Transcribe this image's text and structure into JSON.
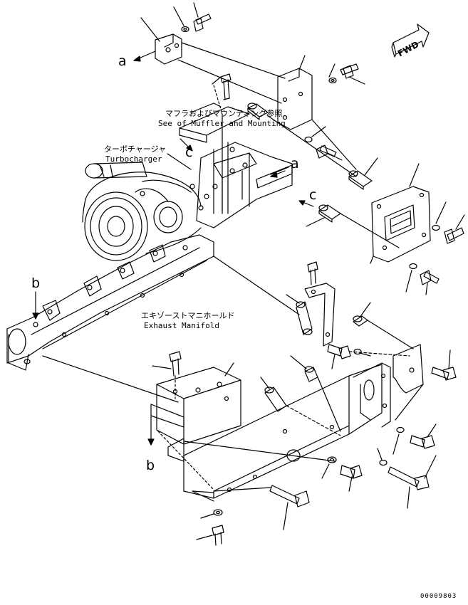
{
  "fwd_indicator": "FWD",
  "labels": {
    "muffler_jp": "マフラおよびマウンティング参照",
    "muffler_en": "See of Muffler and Mounting",
    "turbo_jp": "ターボチャージャ",
    "turbo_en": "Turbocharger",
    "manifold_jp": "エキゾーストマニホールド",
    "manifold_en": "Exhaust Manifold"
  },
  "reference_letters": {
    "a_top": "a",
    "a_mid": "a",
    "b_left": "b",
    "b_bottom": "b",
    "c_left": "c",
    "c_right": "c"
  },
  "document_number": "00009803",
  "colors": {
    "line": "#000000",
    "background": "#ffffff"
  }
}
